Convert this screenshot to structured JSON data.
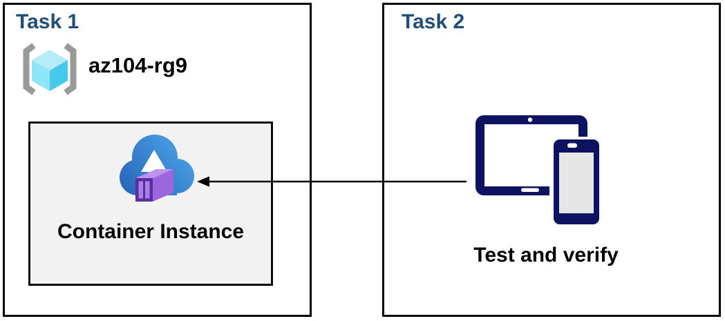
{
  "task1": {
    "title": "Task 1",
    "resource_group": {
      "icon": "resource-group-icon",
      "name": "az104-rg9"
    },
    "container_instance": {
      "icon": "container-instance-icon",
      "label": "Container Instance"
    }
  },
  "task2": {
    "title": "Task 2",
    "devices": {
      "icon": "devices-icon",
      "label": "Test and verify"
    }
  },
  "arrow": {
    "from": "task2-devices",
    "to": "task1-container-instance",
    "direction": "right-to-left"
  },
  "colors": {
    "title_blue": "#1f4e79",
    "border_black": "#000000",
    "container_box_bg": "#f2f2f2",
    "device_navy": "#0d1361",
    "cloud_blue_dark": "#2766b8",
    "cloud_blue_light": "#4ba2e8",
    "container_purple_frame": "#56309c",
    "container_purple_panel": "#ab7de8",
    "container_purple_top": "#bd94f0",
    "container_purple_side": "#9c66dd",
    "cube_cyan_top": "#b6ecf8",
    "cube_cyan_left": "#8ce6f7",
    "cube_cyan_right": "#46c9ec",
    "bracket_gray": "#9a9a9a"
  }
}
